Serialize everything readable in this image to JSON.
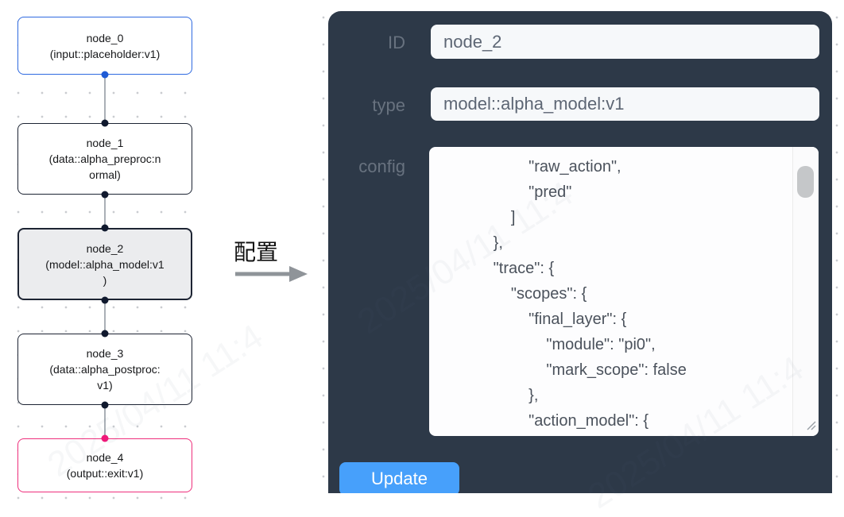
{
  "flow": {
    "nodes": [
      {
        "id": "node_0",
        "lines": [
          "node_0",
          "(input::placeholder:v1)"
        ],
        "border_color": "#2f6ae0",
        "handle_color": "#1f5bd5",
        "selected": false
      },
      {
        "id": "node_1",
        "lines": [
          "node_1",
          "(data::alpha_preproc:n",
          "ormal)"
        ],
        "border_color": "#1d2433",
        "handle_color": "#10192e",
        "selected": false
      },
      {
        "id": "node_2",
        "lines": [
          "node_2",
          "(model::alpha_model:v1",
          ")"
        ],
        "border_color": "#1d2433",
        "handle_color": "#10192e",
        "selected": true
      },
      {
        "id": "node_3",
        "lines": [
          "node_3",
          "(data::alpha_postproc:",
          "v1)"
        ],
        "border_color": "#1d2433",
        "handle_color": "#10192e",
        "selected": false
      },
      {
        "id": "node_4",
        "lines": [
          "node_4",
          "(output::exit:v1)"
        ],
        "border_color": "#ee2f7c",
        "handle_color": "#f01879",
        "selected": false
      }
    ],
    "edge_color": "#aab0b6"
  },
  "transition": {
    "label": "配置",
    "arrow_color": "#8f9499"
  },
  "panel": {
    "bg_color": "#2d3948",
    "fields": [
      {
        "label": "ID",
        "value": "node_2"
      },
      {
        "label": "type",
        "value": "model::alpha_model:v1"
      }
    ],
    "config_label": "config",
    "config_lines": [
      "                    \"raw_action\",",
      "                    \"pred\"",
      "                ]",
      "            },",
      "            \"trace\": {",
      "                \"scopes\": {",
      "                    \"final_layer\": {",
      "                        \"module\": \"pi0\",",
      "                        \"mark_scope\": false",
      "                    },",
      "                    \"action_model\": {"
    ],
    "update_label": "Update",
    "button_color": "#47a0fb"
  },
  "watermark": {
    "text": "2025/04/11 11:4"
  }
}
